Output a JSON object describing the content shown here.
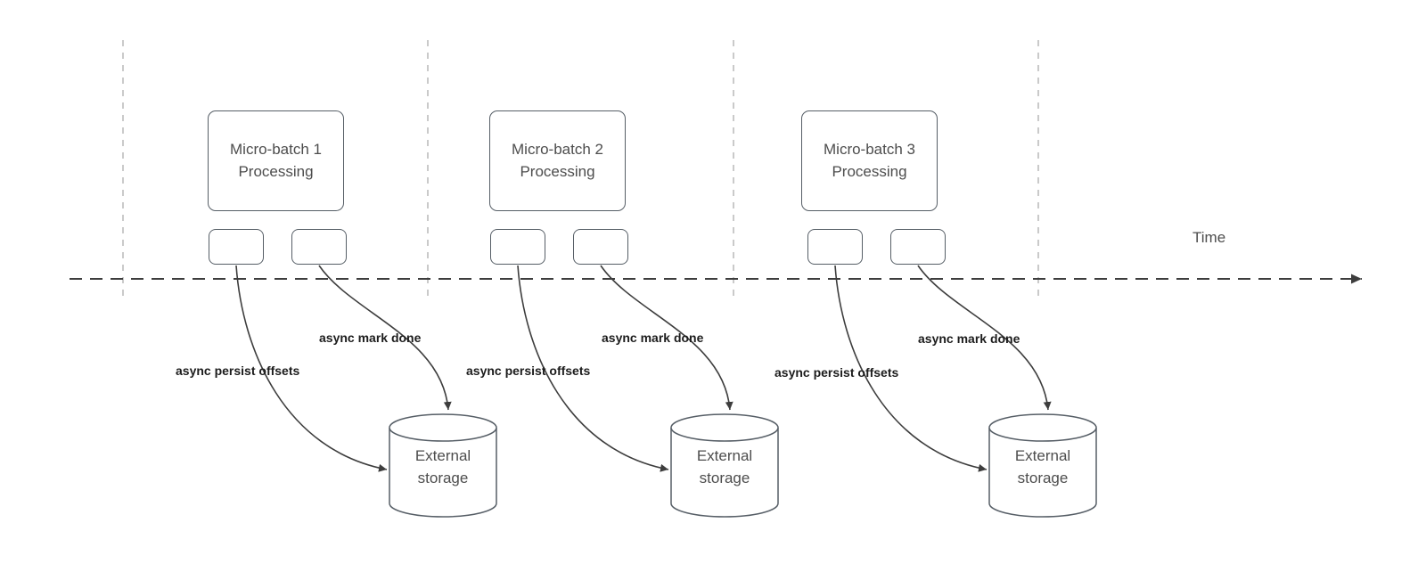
{
  "timeline": {
    "label": "Time"
  },
  "batches": [
    {
      "box_label": "Micro-batch 1\nProcessing",
      "persist_label": "async persist offsets",
      "mark_done_label": "async mark done",
      "storage_label": "External\nstorage"
    },
    {
      "box_label": "Micro-batch 2\nProcessing",
      "persist_label": "async persist offsets",
      "mark_done_label": "async mark done",
      "storage_label": "External\nstorage"
    },
    {
      "box_label": "Micro-batch 3\nProcessing",
      "persist_label": "async persist offsets",
      "mark_done_label": "async mark done",
      "storage_label": "External\nstorage"
    }
  ],
  "colors": {
    "box_stroke": "#565e66",
    "arrow_stroke": "#3d3d3d",
    "gridline": "#b9b9b9",
    "text": "#4d4d4d",
    "label_text": "#1c1c1c",
    "background": "#ffffff"
  }
}
